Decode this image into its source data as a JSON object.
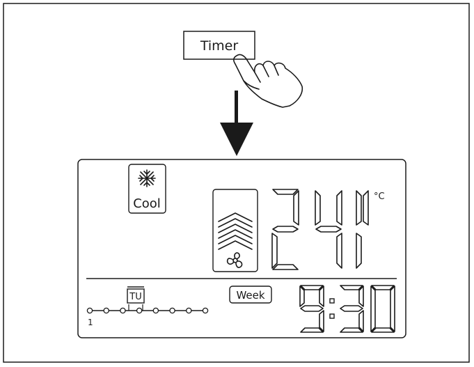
{
  "timer_button": {
    "label": "Timer"
  },
  "lcd": {
    "mode_label": "Cool",
    "mode_icon": "snowflake-icon",
    "temperature": {
      "value": "24",
      "unit": "°C"
    },
    "day_label": "TU",
    "week_label": "Week",
    "timeline_start_label": "1",
    "timeline_points": 8,
    "time": {
      "hours": "9",
      "minutes": "30"
    },
    "fan_icon": "fan-icon",
    "louver_bars": 6
  },
  "colors": {
    "ink": "#1a1a1a",
    "background": "#ffffff"
  }
}
